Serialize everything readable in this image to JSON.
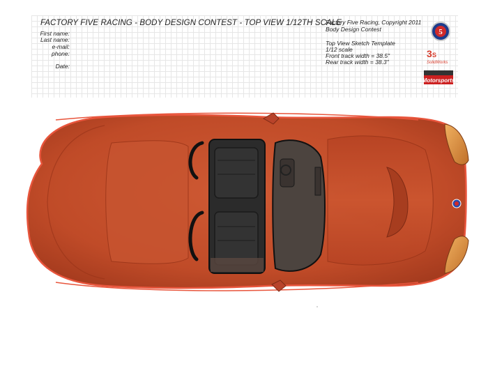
{
  "header": {
    "title": "FACTORY FIVE RACING - BODY DESIGN CONTEST - TOP VIEW 1/12TH SCALE",
    "copyright": "Factory Five Racing, Copyright 2011",
    "contest": "Body Design Contest"
  },
  "form": {
    "first_name_label": "First name:",
    "last_name_label": "Last name:",
    "email_label": "e-mail:",
    "phone_label": "phone:",
    "date_label": "Date:"
  },
  "template_info": {
    "title": "Top View Sketch Template",
    "scale": "1/12 scale",
    "front_track": "Front track width = 38.5\"",
    "rear_track": "Rear track width = 38.3\""
  },
  "logos": {
    "solidworks": "SolidWorks",
    "motorsports": "Motorsports"
  },
  "colors": {
    "body": "#c4502c",
    "body_dark": "#a63a1d",
    "body_edge": "#e0543a",
    "glass": "#4a423d",
    "interior": "#2a2a2a",
    "headlight": "#d98a3a"
  }
}
